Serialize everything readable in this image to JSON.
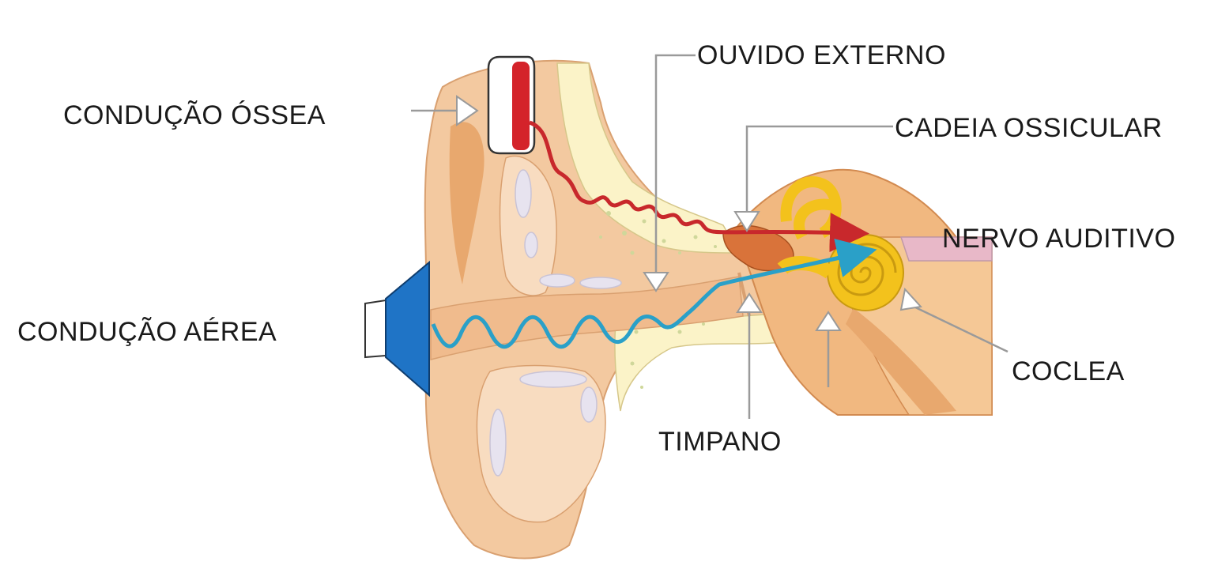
{
  "labels": {
    "bone_conduction": "CONDUÇÃO ÓSSEA",
    "air_conduction": "CONDUÇÃO AÉREA",
    "outer_ear": "OUVIDO EXTERNO",
    "ossicular_chain": "CADEIA OSSICULAR",
    "auditory_nerve": "NERVO AUDITIVO",
    "cochlea": "COCLEA",
    "eardrum": "TIMPANO"
  },
  "colors": {
    "skin": "#f3c9a0",
    "skin_dark": "#e8a86e",
    "skin_light": "#f8dcc0",
    "bone": "#fbf3c8",
    "bone_dots": "#cfd79a",
    "cartilage": "#e7e3ef",
    "bone_wave": "#c8282c",
    "air_wave": "#2aa0c8",
    "speaker": "#1f74c6",
    "vibrator": "#d4232a",
    "cochlea": "#f3c21c",
    "ossicles": "#d9733a",
    "pointer": "#9a9a9a",
    "text": "#1a1a1a"
  }
}
